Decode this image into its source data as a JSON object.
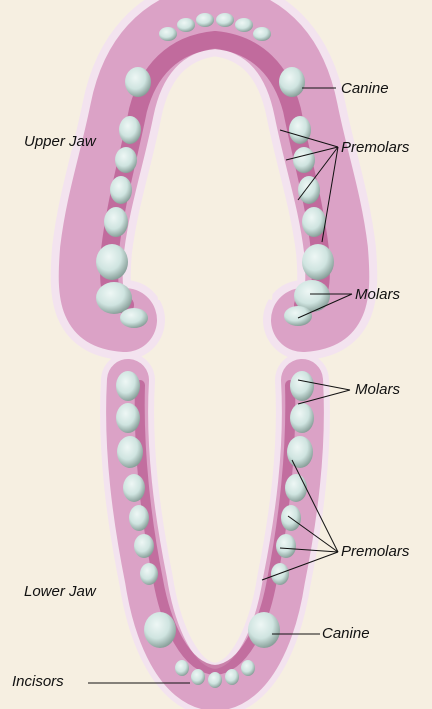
{
  "labels": {
    "upper_jaw": "Upper Jaw",
    "lower_jaw": "Lower Jaw",
    "canine_upper": "Canine",
    "premolars_upper": "Premolars",
    "molars_upper": "Molars",
    "molars_lower": "Molars",
    "premolars_lower": "Premolars",
    "canine_lower": "Canine",
    "incisors": "Incisors"
  },
  "colors": {
    "background": "#f6efe1",
    "gum_outer": "#f3e3ef",
    "gum_mid": "#dba2c6",
    "gum_inner": "#b8588f",
    "tooth": "#cfe4e0",
    "tooth_shadow": "#7f9690",
    "leader_line": "#111111"
  }
}
